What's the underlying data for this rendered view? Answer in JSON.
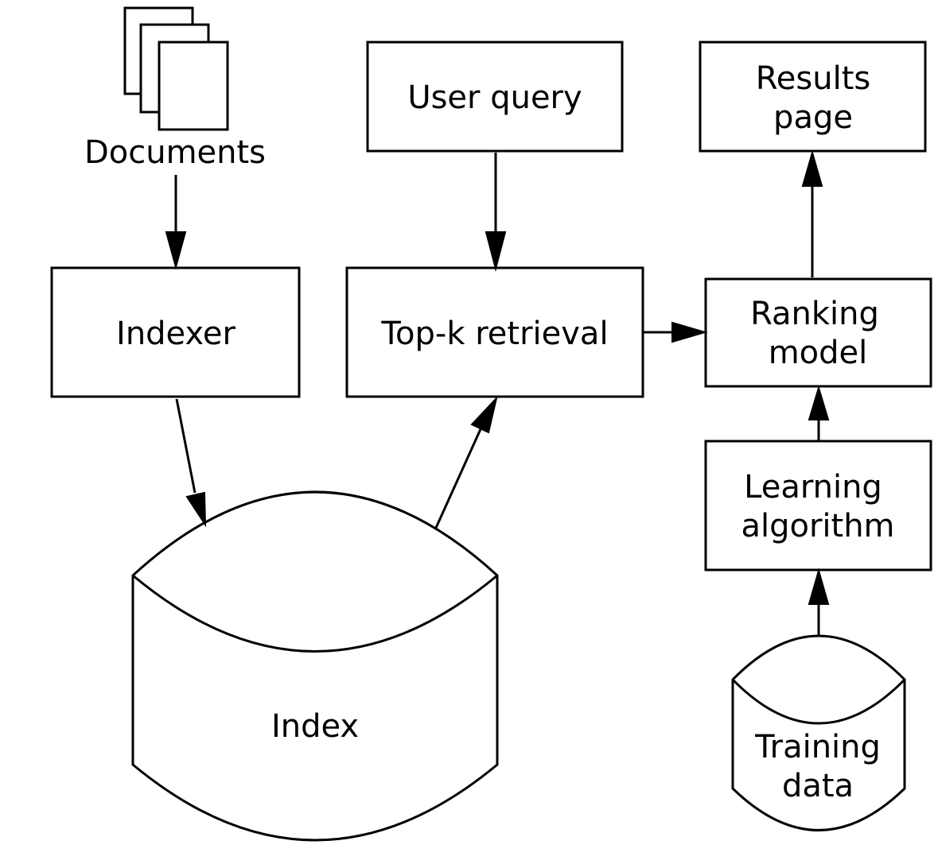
{
  "nodes": {
    "documents": "Documents",
    "user_query": "User query",
    "results_page": [
      "Results",
      "page"
    ],
    "indexer": "Indexer",
    "topk_retrieval": "Top-k retrieval",
    "ranking_model": [
      "Ranking",
      "model"
    ],
    "learning_algorithm": [
      "Learning",
      "algorithm"
    ],
    "index": "Index",
    "training_data": [
      "Training",
      "data"
    ]
  },
  "edges": [
    {
      "from": "documents",
      "to": "indexer"
    },
    {
      "from": "indexer",
      "to": "index"
    },
    {
      "from": "index",
      "to": "topk_retrieval"
    },
    {
      "from": "user_query",
      "to": "topk_retrieval"
    },
    {
      "from": "topk_retrieval",
      "to": "ranking_model"
    },
    {
      "from": "ranking_model",
      "to": "results_page"
    },
    {
      "from": "learning_algorithm",
      "to": "ranking_model"
    },
    {
      "from": "training_data",
      "to": "learning_algorithm"
    }
  ],
  "colors": {
    "stroke": "#000000",
    "background": "#ffffff"
  }
}
